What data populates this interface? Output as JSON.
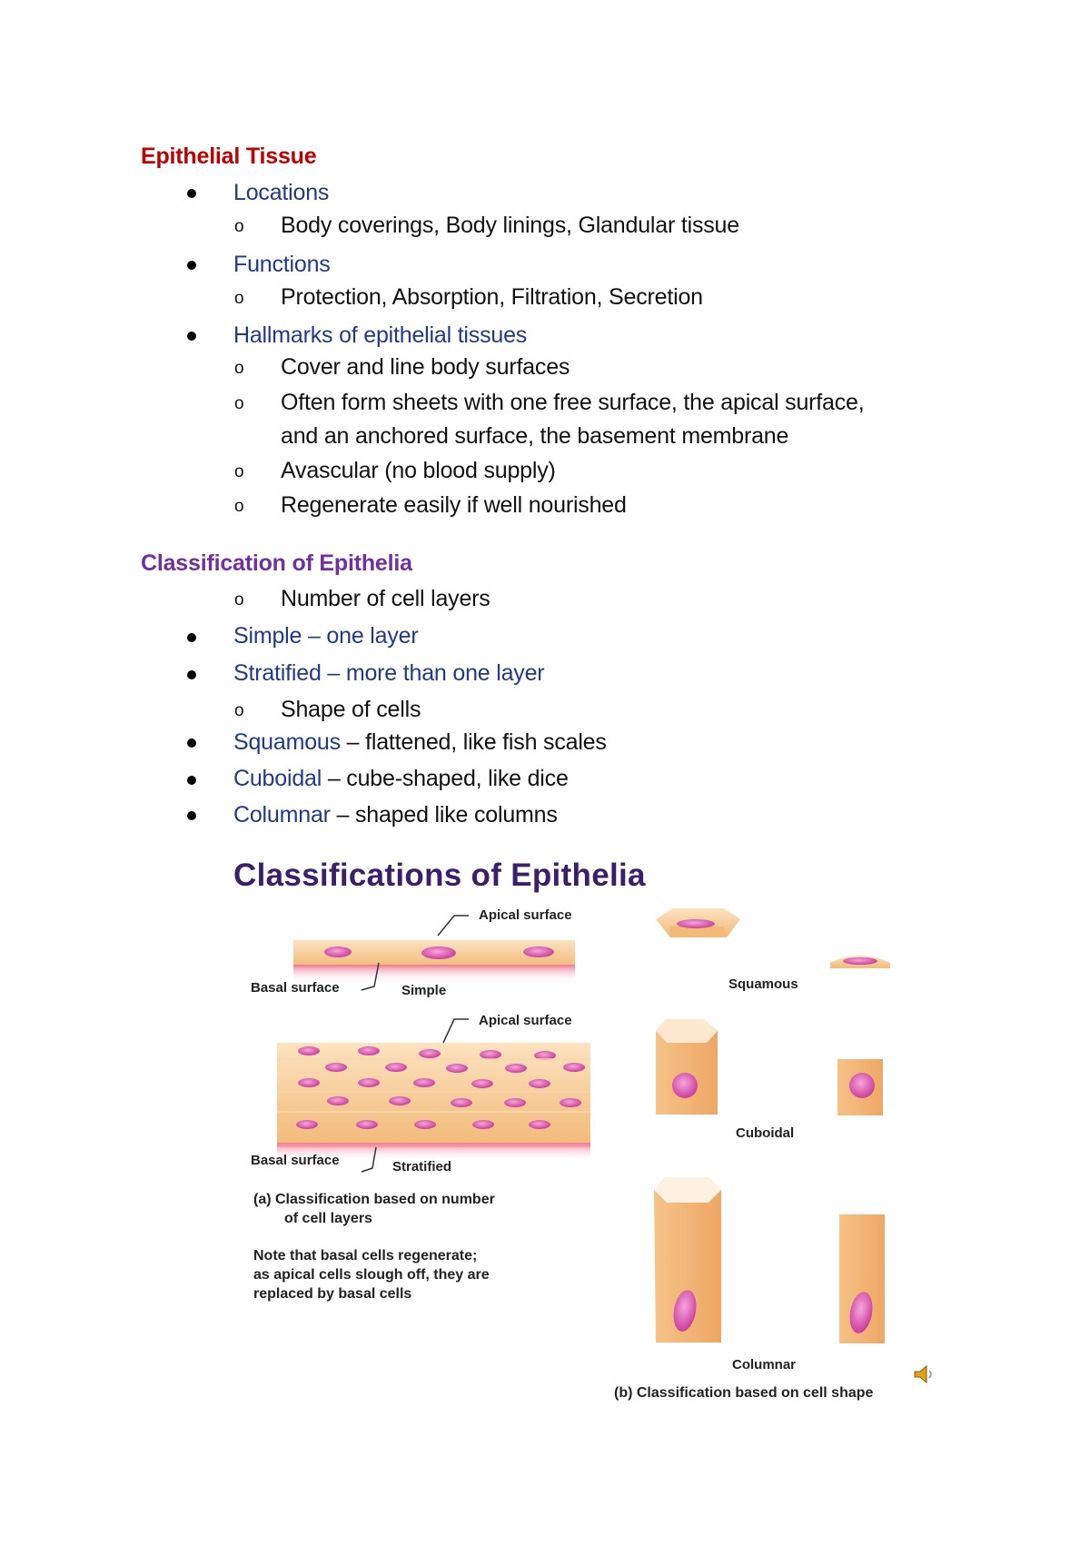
{
  "section1": {
    "title": "Epithelial Tissue",
    "title_color": "#c00000",
    "items": [
      {
        "label": "Locations",
        "sub": [
          "Body coverings, Body linings, Glandular tissue"
        ]
      },
      {
        "label": "Functions",
        "sub": [
          "Protection, Absorption, Filtration, Secretion"
        ]
      },
      {
        "label": "Hallmarks of epithelial tissues",
        "sub": [
          "Cover and line body surfaces",
          "Often form sheets with one free surface, the apical surface,",
          "and an anchored surface, the basement membrane",
          "Avascular (no blood supply)",
          "Regenerate easily if well nourished"
        ]
      }
    ]
  },
  "section2": {
    "title": "Classification of Epithelia",
    "title_color": "#7030a0",
    "sub1": "Number of cell layers",
    "layers": [
      {
        "label": "Simple – one layer"
      },
      {
        "label": "Stratified – more than one layer"
      }
    ],
    "sub2": "Shape of cells",
    "shapes": [
      {
        "term": "Squamous",
        "desc": " – flattened, like fish scales"
      },
      {
        "term": "Cuboidal",
        "desc": " – cube-shaped, like dice"
      },
      {
        "term": "Columnar",
        "desc": " – shaped like columns"
      }
    ]
  },
  "figure": {
    "title": "Classifications of Epithelia",
    "simple": {
      "apical": "Apical surface",
      "basal": "Basal surface",
      "name": "Simple"
    },
    "stratified": {
      "apical": "Apical surface",
      "basal": "Basal surface",
      "name": "Stratified"
    },
    "caption_a_line1": "(a)  Classification based on number",
    "caption_a_line2": "of cell layers",
    "note": [
      "Note that basal cells regenerate;",
      "as apical cells slough off, they are",
      "replaced by basal cells"
    ],
    "shapes": {
      "squamous": "Squamous",
      "cuboidal": "Cuboidal",
      "columnar": "Columnar"
    },
    "caption_b": "(b) Classification based on cell shape",
    "speaker_icon": "speaker-icon"
  }
}
